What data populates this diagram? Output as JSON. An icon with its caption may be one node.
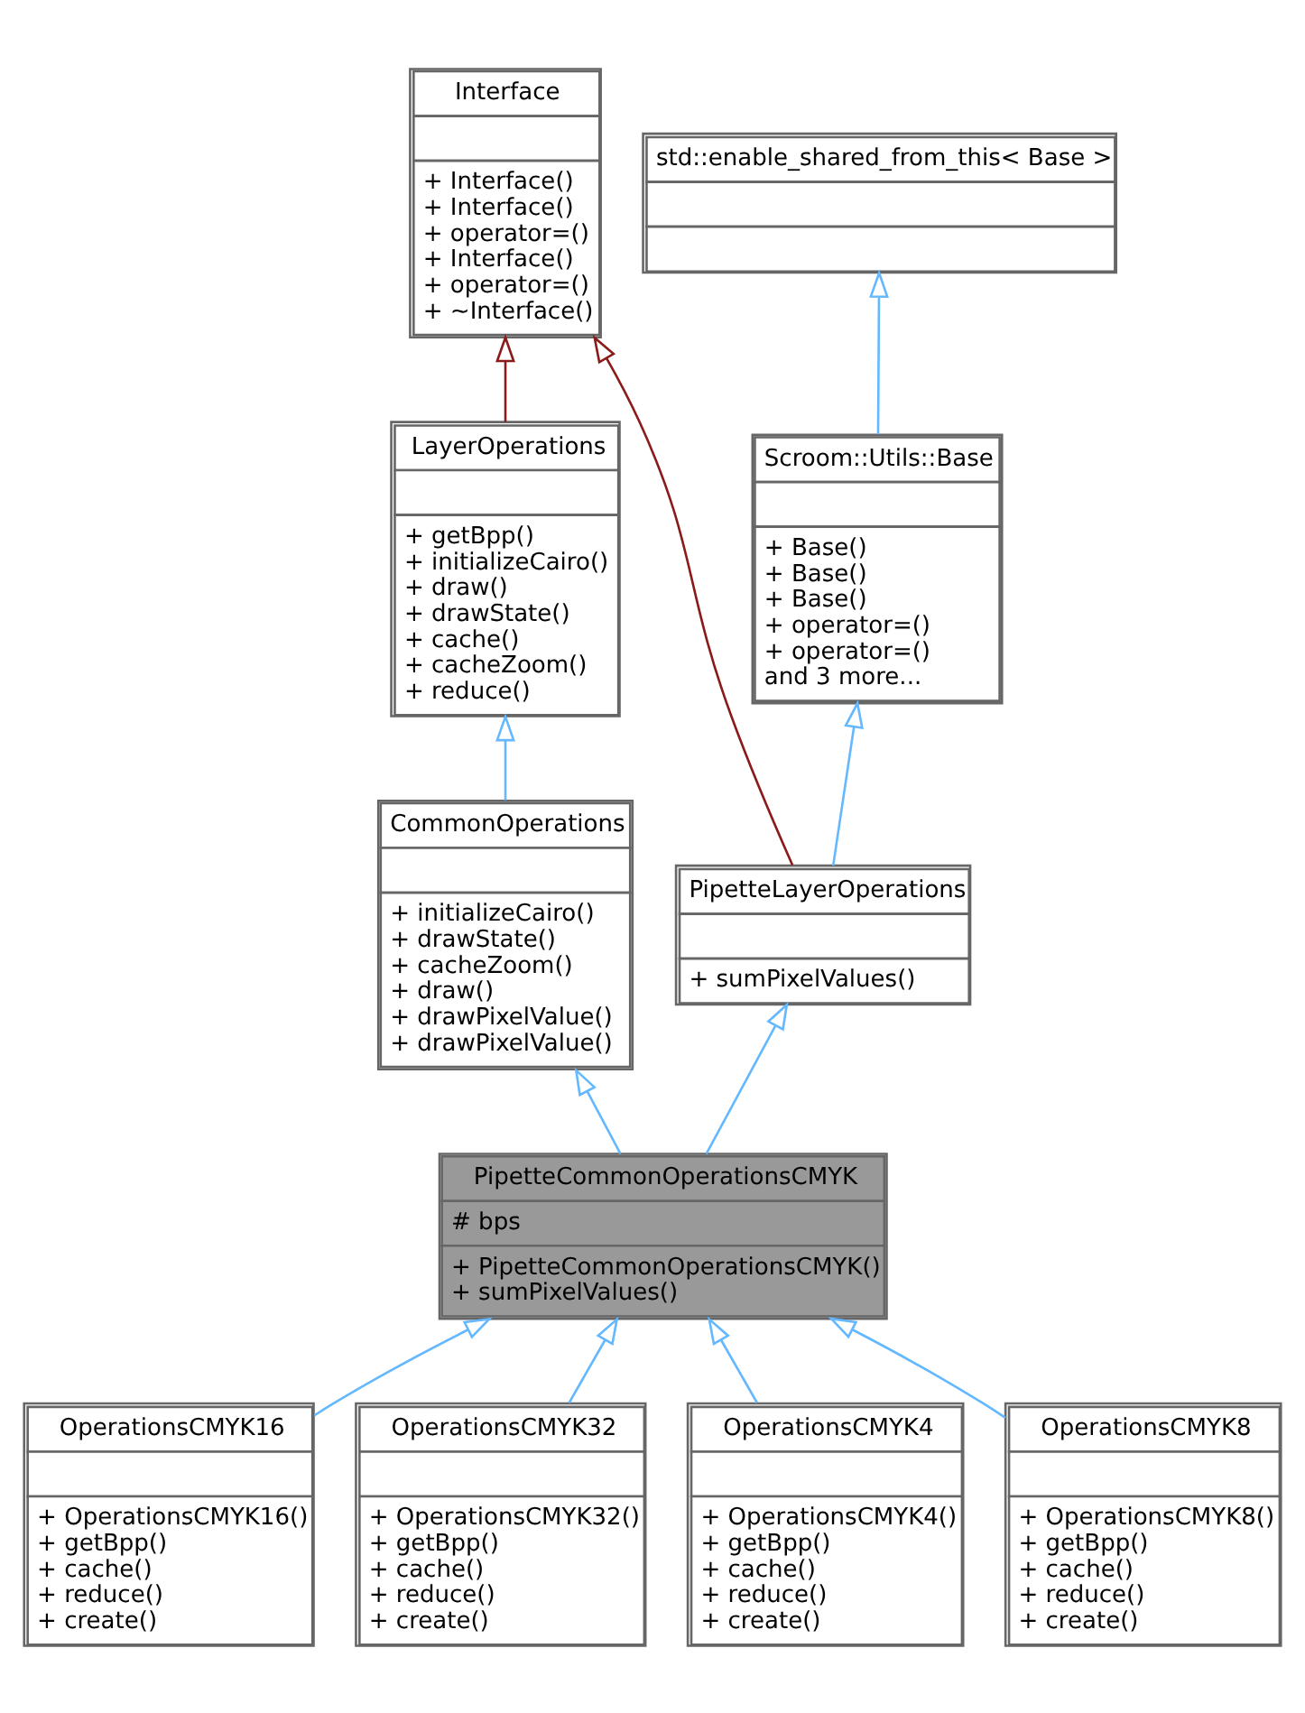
{
  "diagram": {
    "nodes": [
      {
        "text": [
          "Interface",
          "+ Interface()",
          "+ Interface()",
          "+ operator=()",
          "+ Interface()",
          "+ operator=()",
          "+ ~Interface()"
        ]
      },
      {
        "text": [
          "std::enable_shared_from_this< Base >"
        ]
      },
      {
        "text": [
          "Scroom::Utils::Base",
          "+ Base()",
          "+ Base()",
          "+ Base()",
          "+ operator=()",
          "+ operator=()",
          "and 3 more..."
        ]
      },
      {
        "text": [
          "LayerOperations",
          "+ getBpp()",
          "+ initializeCairo()",
          "+ draw()",
          "+ drawState()",
          "+ cache()",
          "+ cacheZoom()",
          "+ reduce()"
        ]
      },
      {
        "text": [
          "CommonOperations",
          "+ initializeCairo()",
          "+ drawState()",
          "+ cacheZoom()",
          "+ draw()",
          "+ drawPixelValue()",
          "+ drawPixelValue()"
        ]
      },
      {
        "text": [
          "PipetteLayerOperations",
          "+ sumPixelValues()"
        ]
      },
      {
        "text": [
          "PipetteCommonOperationsCMYK",
          "# bps",
          "+ PipetteCommonOperationsCMYK()",
          "+ sumPixelValues()"
        ]
      },
      {
        "text": [
          "OperationsCMYK16",
          "+ OperationsCMYK16()",
          "+ getBpp()",
          "+ cache()",
          "+ reduce()",
          "+ create()"
        ]
      },
      {
        "text": [
          "OperationsCMYK32",
          "+ OperationsCMYK32()",
          "+ getBpp()",
          "+ cache()",
          "+ reduce()",
          "+ create()"
        ]
      },
      {
        "text": [
          "OperationsCMYK4",
          "+ OperationsCMYK4()",
          "+ getBpp()",
          "+ cache()",
          "+ reduce()",
          "+ create()"
        ]
      },
      {
        "text": [
          "OperationsCMYK8",
          "+ OperationsCMYK8()",
          "+ getBpp()",
          "+ cache()",
          "+ reduce()",
          "+ create()"
        ]
      }
    ],
    "edges": [
      {
        "from": 2,
        "to": 1,
        "arrow": "to"
      },
      {
        "from": 3,
        "to": 0,
        "arrow": "to",
        "color": "#8b1a1a"
      },
      {
        "from": 5,
        "to": 0,
        "arrow": "to",
        "color": "#8b1a1a"
      },
      {
        "from": 5,
        "to": 2,
        "arrow": "to"
      },
      {
        "from": 4,
        "to": 3,
        "arrow": "to"
      },
      {
        "from": 6,
        "to": 5,
        "arrow": "to"
      },
      {
        "from": 6,
        "to": 4,
        "arrow": "to"
      },
      {
        "from": 7,
        "to": 6,
        "arrow": "to"
      },
      {
        "from": 8,
        "to": 6,
        "arrow": "to"
      },
      {
        "from": 9,
        "to": 6,
        "arrow": "to"
      },
      {
        "from": 10,
        "to": 6,
        "arrow": "to"
      }
    ]
  }
}
